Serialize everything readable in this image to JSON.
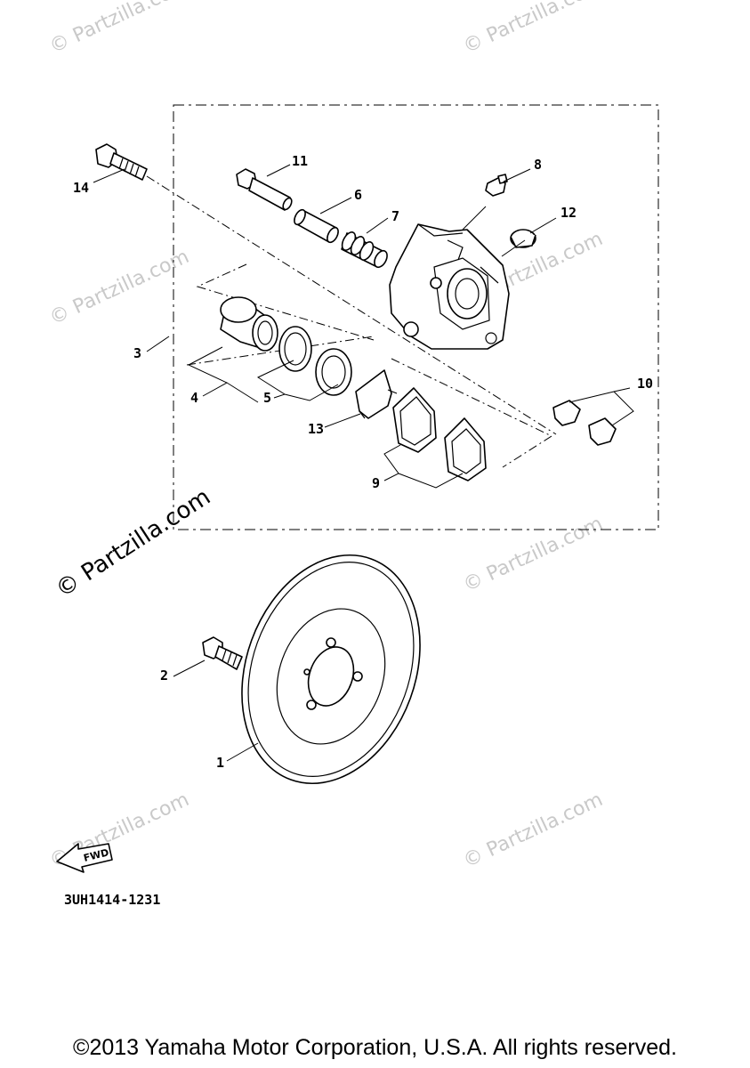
{
  "diagram": {
    "code": "3UH1414-1231",
    "fwd_label": "FWD",
    "watermark": "© Partzilla.com",
    "callouts": [
      "1",
      "2",
      "3",
      "4",
      "5",
      "6",
      "7",
      "8",
      "9",
      "10",
      "11",
      "12",
      "13",
      "14"
    ]
  },
  "footer": {
    "copyright": "©2013 Yamaha Motor Corporation, U.S.A. All rights reserved."
  }
}
